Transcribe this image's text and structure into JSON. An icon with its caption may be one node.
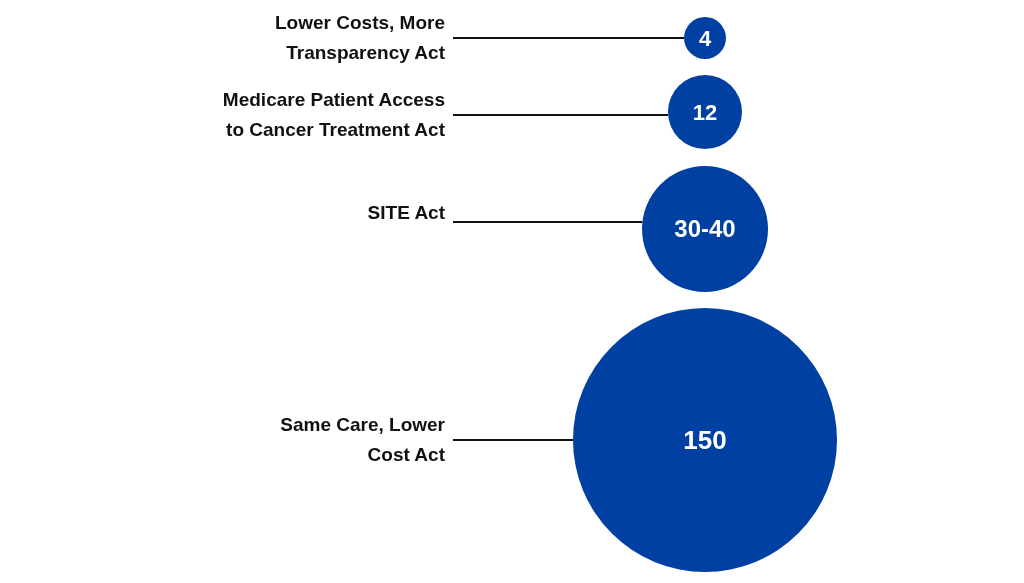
{
  "diagram": {
    "nodes": [
      {
        "text": [
          "Lower Costs, More Transparency Act"
        ]
      },
      {
        "text": [
          "4"
        ]
      },
      {
        "text": [
          "Medicare Patient Access to Cancer Treatment Act"
        ]
      },
      {
        "text": [
          "12"
        ]
      },
      {
        "text": [
          "SITE Act"
        ]
      },
      {
        "text": [
          "30-40"
        ]
      },
      {
        "text": [
          "Same Care, Lower Cost Act"
        ]
      },
      {
        "text": [
          "150"
        ]
      }
    ],
    "edges": [
      {
        "from": 0,
        "to": 1,
        "arrow": "none"
      },
      {
        "from": 2,
        "to": 3,
        "arrow": "none"
      },
      {
        "from": 4,
        "to": 5,
        "arrow": "none"
      },
      {
        "from": 6,
        "to": 7,
        "arrow": "none"
      }
    ]
  }
}
